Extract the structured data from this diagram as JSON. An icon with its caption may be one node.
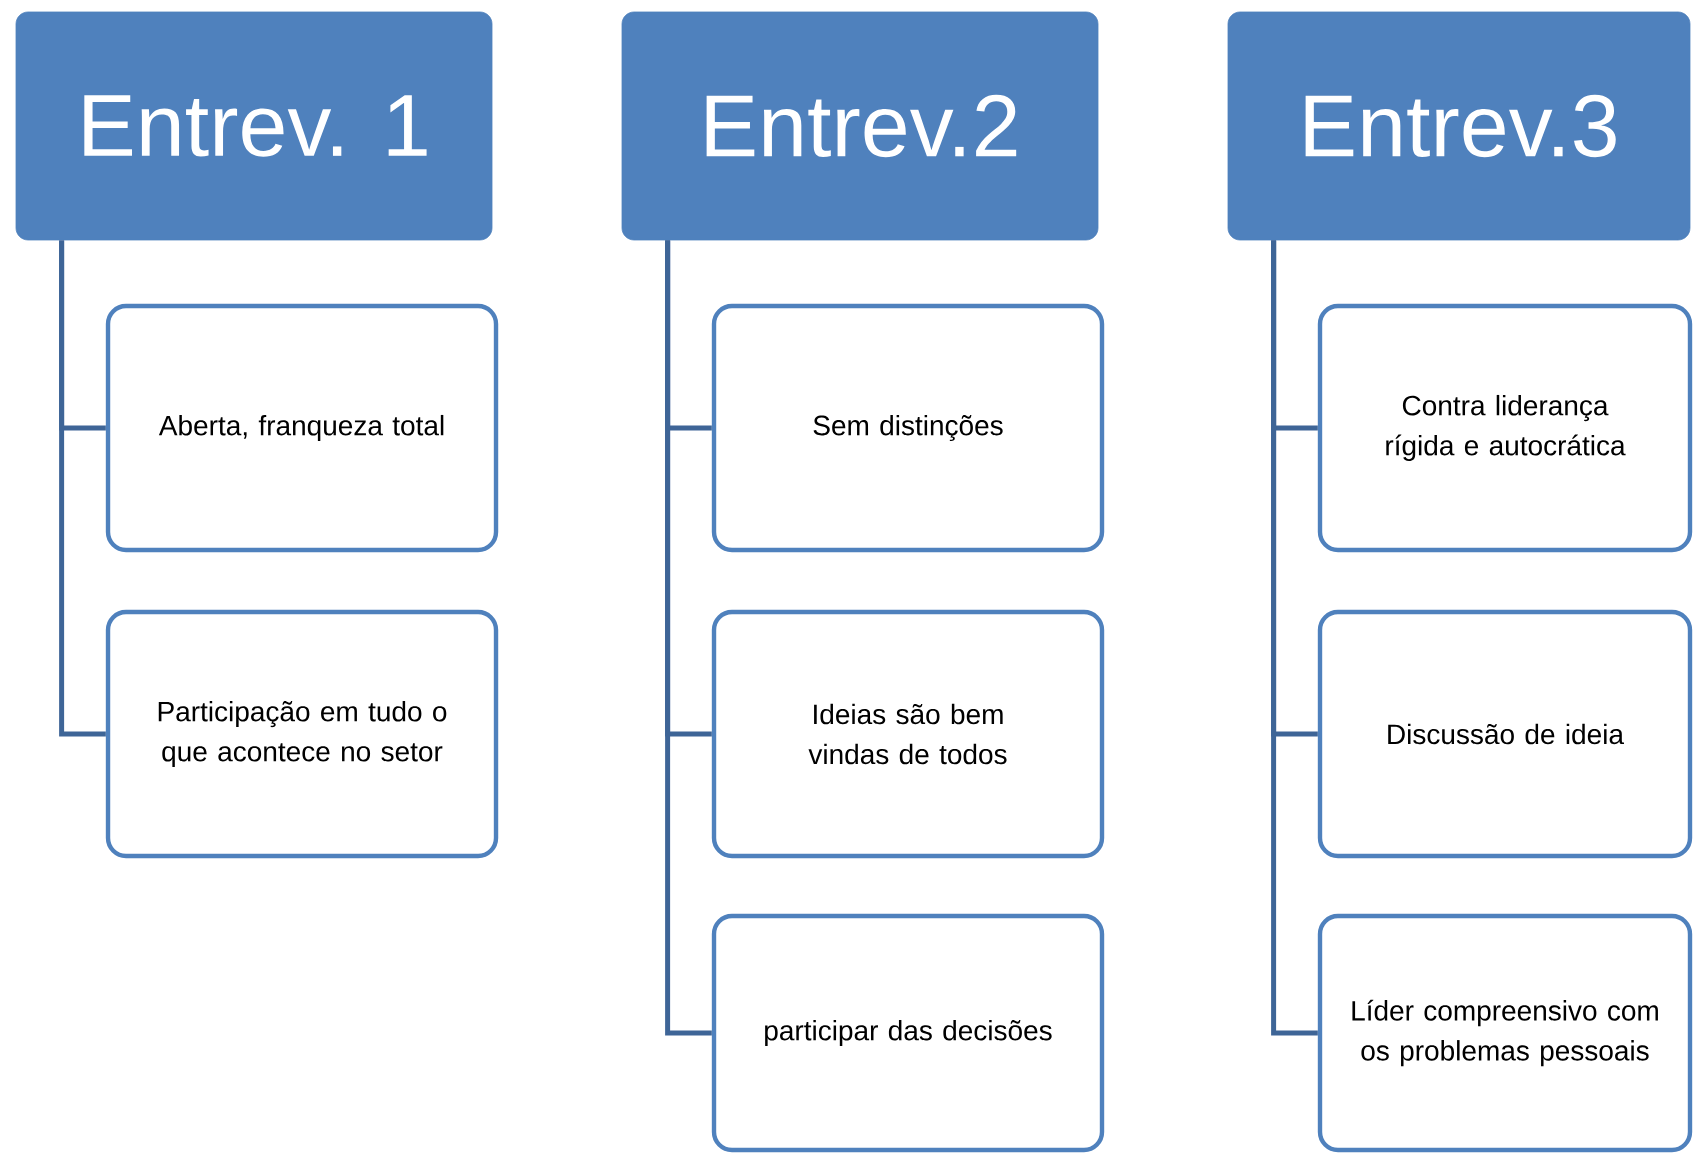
{
  "diagram": {
    "nodes": [
      {
        "text": [
          "Entrev. 1"
        ]
      },
      {
        "text": [
          "Aberta, franqueza total"
        ]
      },
      {
        "text": [
          "Participação em tudo o que acontece no setor"
        ]
      },
      {
        "text": [
          "Entrev.2"
        ]
      },
      {
        "text": [
          "Sem distinções"
        ]
      },
      {
        "text": [
          "Ideias são bem vindas de todos"
        ]
      },
      {
        "text": [
          "participar das decisões"
        ]
      },
      {
        "text": [
          "Entrev.3"
        ]
      },
      {
        "text": [
          "Contra liderança rígida e autocrática"
        ]
      },
      {
        "text": [
          "Discussão de ideia"
        ]
      },
      {
        "text": [
          "Líder compreensivo com os problemas pessoais"
        ]
      }
    ],
    "edges": [
      {
        "from": 0,
        "to": 1,
        "arrow": "none"
      },
      {
        "from": 0,
        "to": 2,
        "arrow": "none"
      },
      {
        "from": 3,
        "to": 4,
        "arrow": "none"
      },
      {
        "from": 3,
        "to": 5,
        "arrow": "none"
      },
      {
        "from": 3,
        "to": 6,
        "arrow": "none"
      },
      {
        "from": 7,
        "to": 8,
        "arrow": "none"
      },
      {
        "from": 7,
        "to": 9,
        "arrow": "none"
      },
      {
        "from": 7,
        "to": 10,
        "arrow": "none"
      }
    ]
  }
}
